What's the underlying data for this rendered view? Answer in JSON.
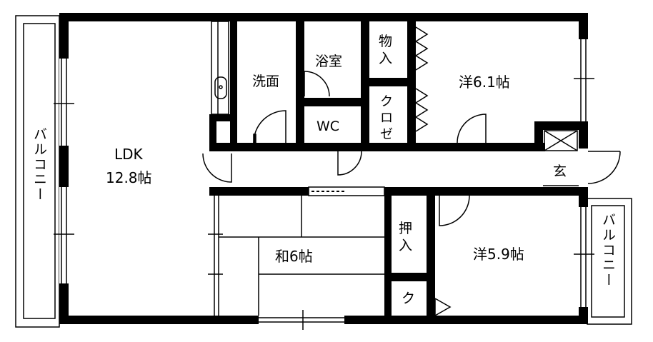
{
  "labels": {
    "ldk_line1": "LDK",
    "ldk_line2": "12.8帖",
    "washroom": "洗面",
    "bathroom": "浴室",
    "wc": "WC",
    "storage_top_1": "物",
    "storage_top_2": "入",
    "closet_1": "ク",
    "closet_2": "ロ",
    "closet_3": "ゼ",
    "western_room_1": "洋6.1帖",
    "entrance": "玄",
    "japanese_room": "和6帖",
    "oshiire_1": "押",
    "oshiire_2": "入",
    "small_closet": "ク",
    "western_room_2": "洋5.9帖",
    "balcony_left": "バルコニー",
    "balcony_right": "バルコニー"
  },
  "colors": {
    "wall": "#000000",
    "background": "#ffffff"
  }
}
